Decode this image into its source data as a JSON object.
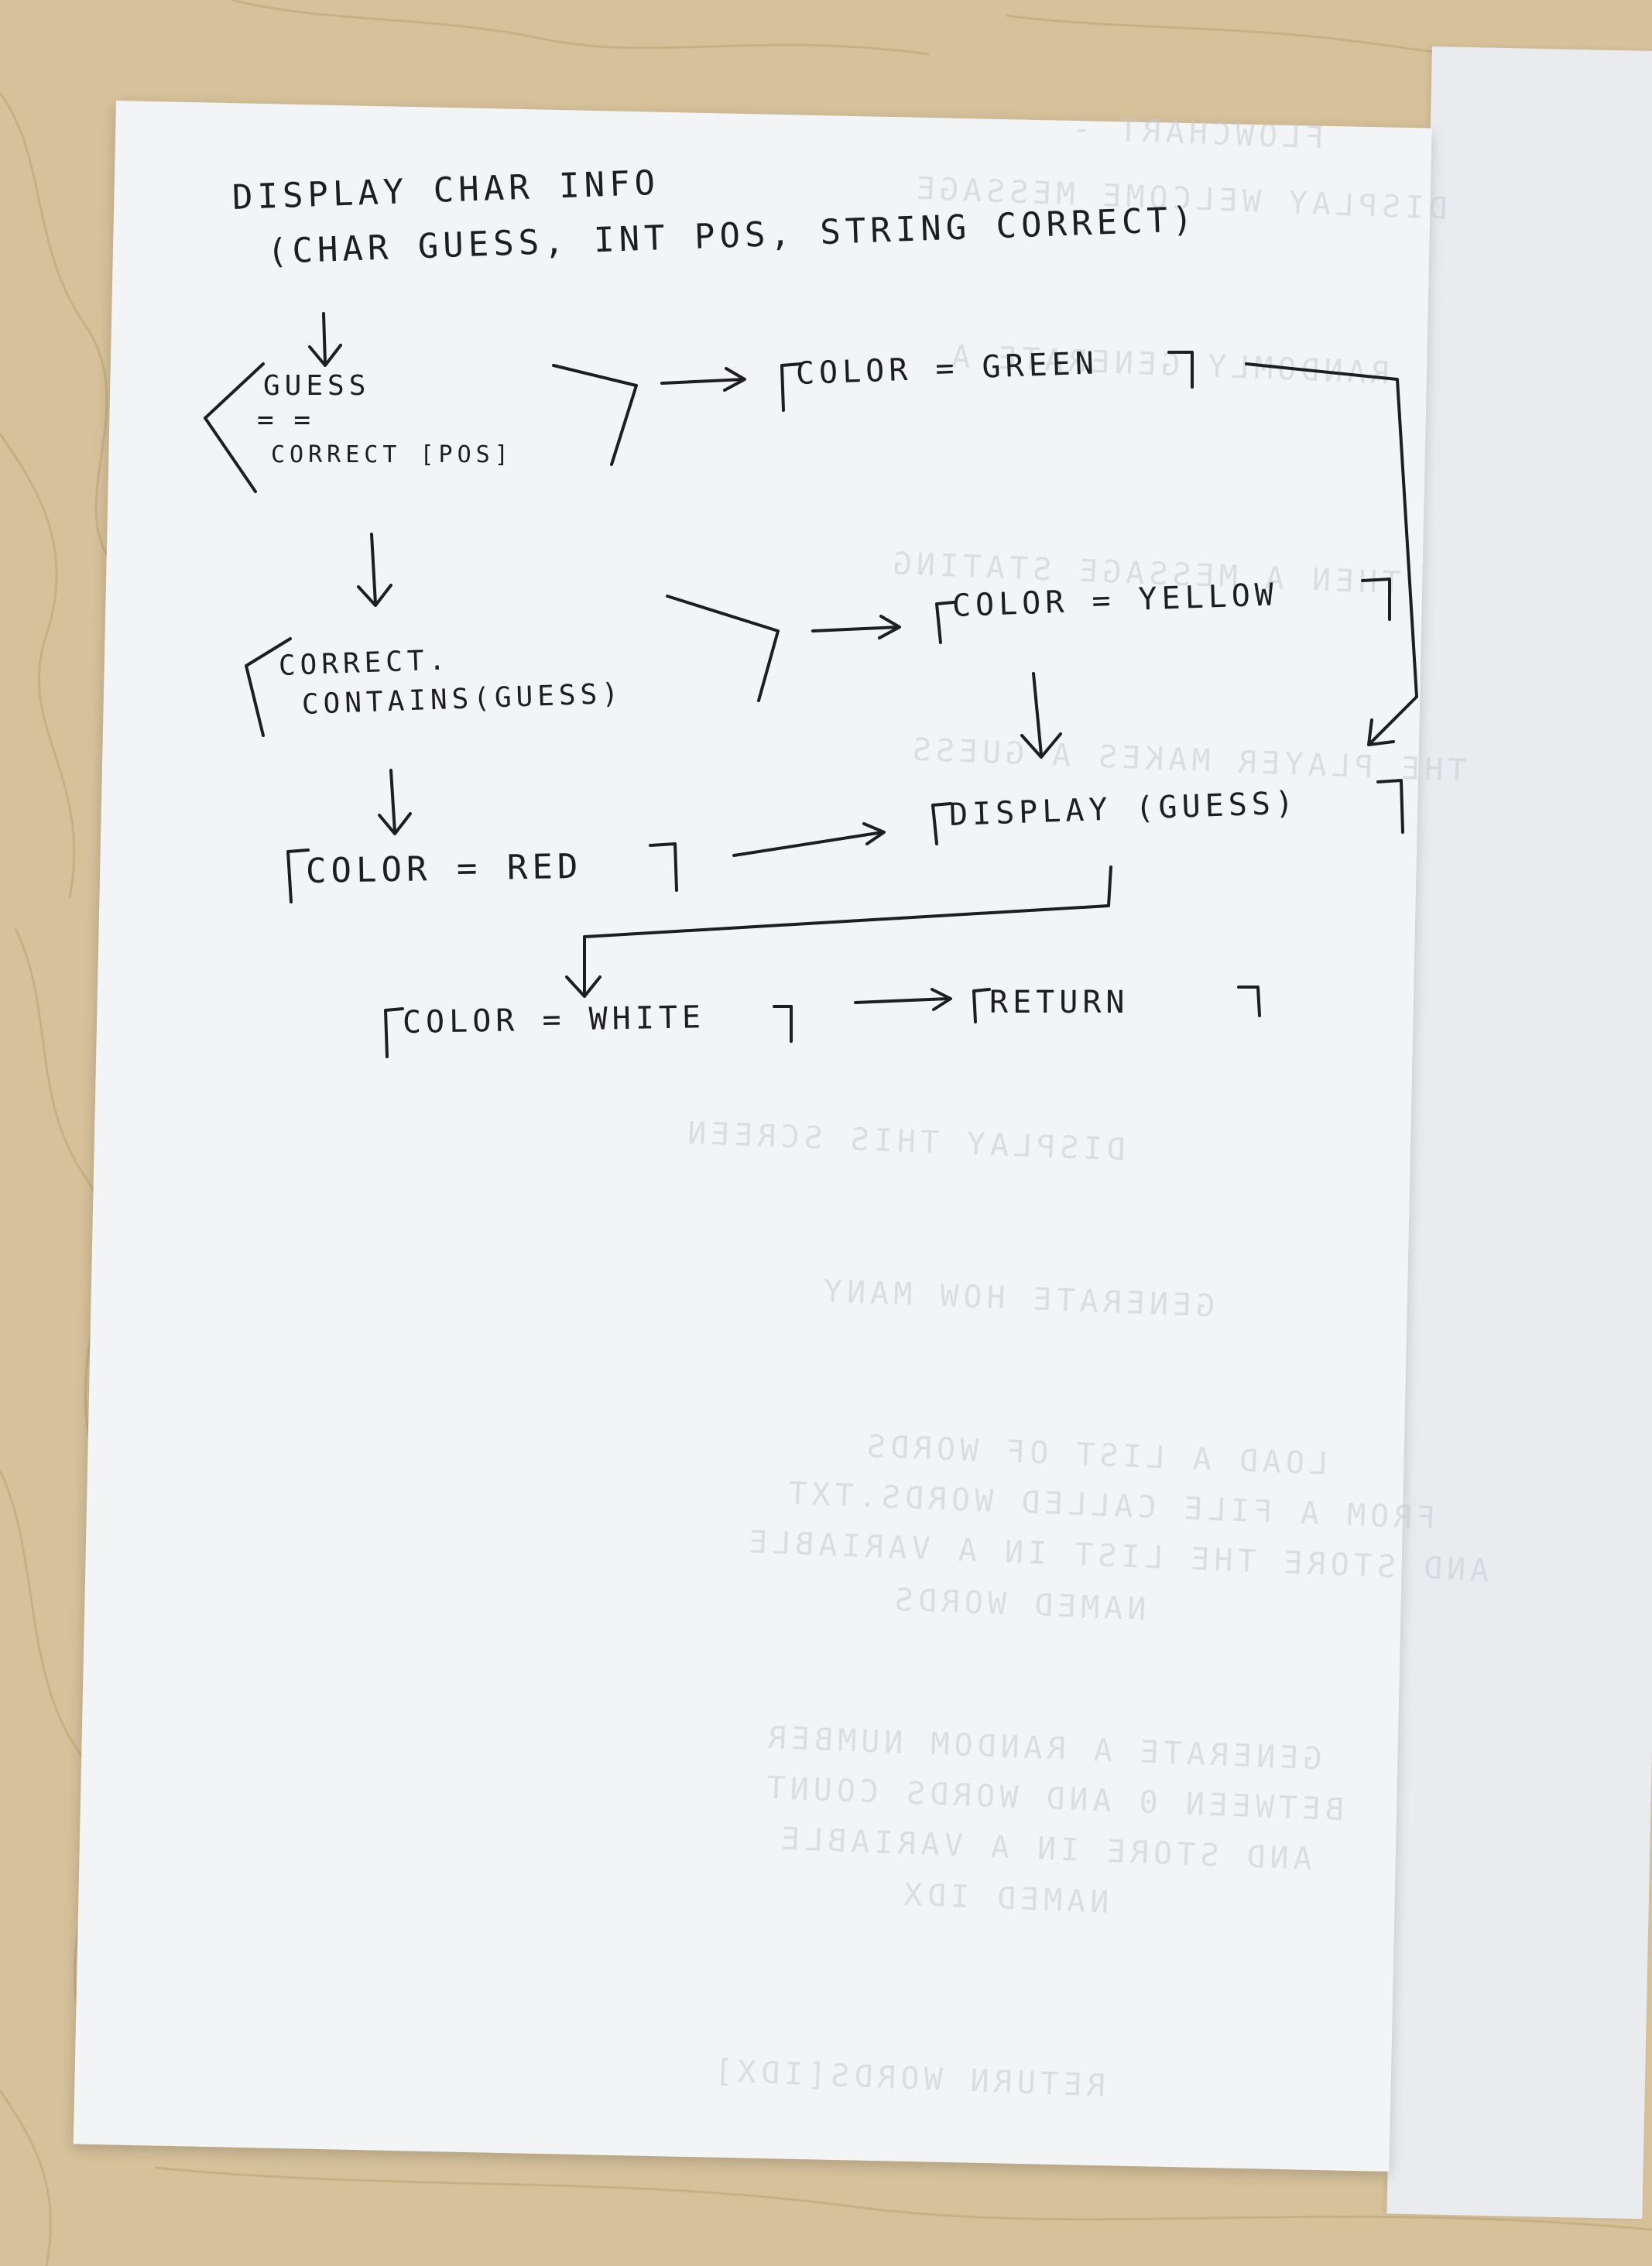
{
  "title": {
    "line1": "DISPLAY CHAR INFO",
    "line2": "(CHAR GUESS, INT POS, STRING CORRECT)"
  },
  "nodes": {
    "decision1": {
      "line1": "GUESS",
      "line2": "= =",
      "line3": "CORRECT [POS]"
    },
    "green": "COLOR = GREEN",
    "decision2": {
      "line1": "CORRECT.",
      "line2": "CONTAINS(GUESS)"
    },
    "yellow": "COLOR = YELLOW",
    "red": "COLOR = RED",
    "display": "DISPLAY (GUESS)",
    "white": "COLOR = WHITE",
    "return": "RETURN"
  },
  "bleed_through": {
    "lines": [
      "FLOWCHART -",
      "DISPLAY WELCOME MESSAGE",
      "RANDOMLY GENERATE A",
      "THEN A MESSAGE STATING",
      "THE PLAYER MAKES A GUESS",
      "DISPLAY THIS SCREEN",
      "GENERATE HOW MANY",
      "LOAD A LIST OF WORDS",
      "FROM A FILE CALLED WORDS.TXT",
      "AND STORE THE LIST IN A VARIABLE",
      "NAMED WORDS",
      "GENERATE A RANDOM NUMBER",
      "BETWEEN 0 AND WORDS COUNT",
      "AND STORE IN A VARIABLE",
      "NAMED IDX",
      "RETURN WORDS[IDX]"
    ]
  },
  "colors": {
    "desk": "#d8c4a0",
    "paper": "#f3f4f6",
    "ink": "#1d1d22",
    "bleed": "#c9cbd1"
  }
}
